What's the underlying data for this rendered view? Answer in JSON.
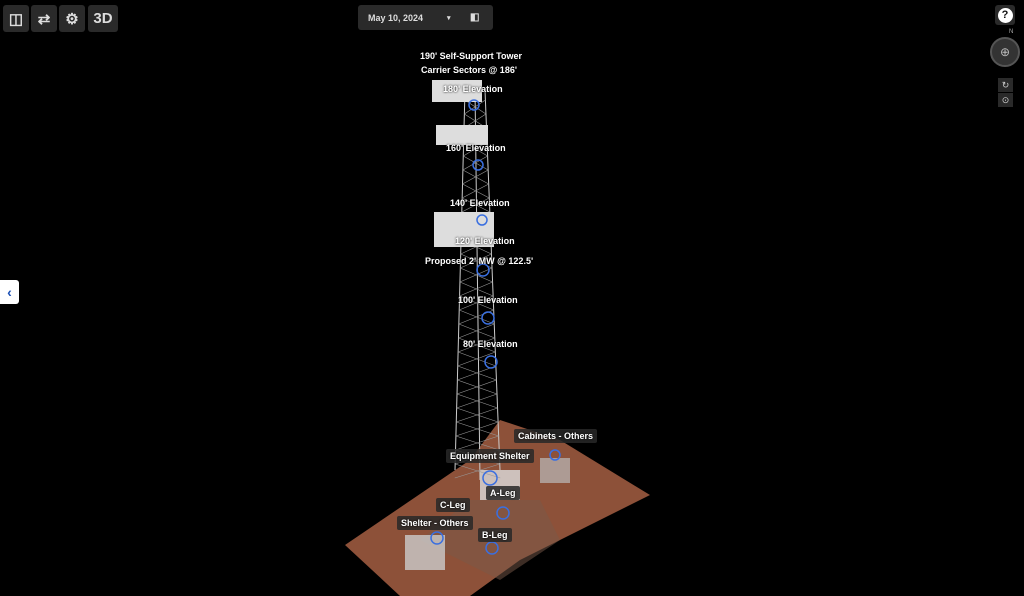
{
  "toolbar": {
    "layout_icon": "split-panel-icon",
    "swap_icon": "swap-icon",
    "settings_icon": "gear-icon",
    "mode_label": "3D"
  },
  "date_picker": {
    "value": "May 10, 2024",
    "caret": "▾",
    "compare_icon": "compare-icon"
  },
  "right_controls": {
    "help": "?",
    "north": "N",
    "rotate": "↻",
    "focus": "⊙"
  },
  "labels": {
    "tower": "190' Self-Support Tower",
    "carrier": "Carrier Sectors @ 186'",
    "e180": "180' Elevation",
    "e160": "160' Elevation",
    "e140": "140' Elevation",
    "e120": "120' Elevation",
    "proposed": "Proposed 2' MW @ 122.5'",
    "e100": "100' Elevation",
    "e80": "80' Elevation",
    "cabinets": "Cabinets - Others",
    "shelter": "Equipment Shelter",
    "aleg": "A-Leg",
    "cleg": "C-Leg",
    "shelter_others": "Shelter - Others",
    "bleg": "B-Leg"
  },
  "colors": {
    "ground": "#9c5a3f",
    "marker": "#3a6fe0"
  }
}
